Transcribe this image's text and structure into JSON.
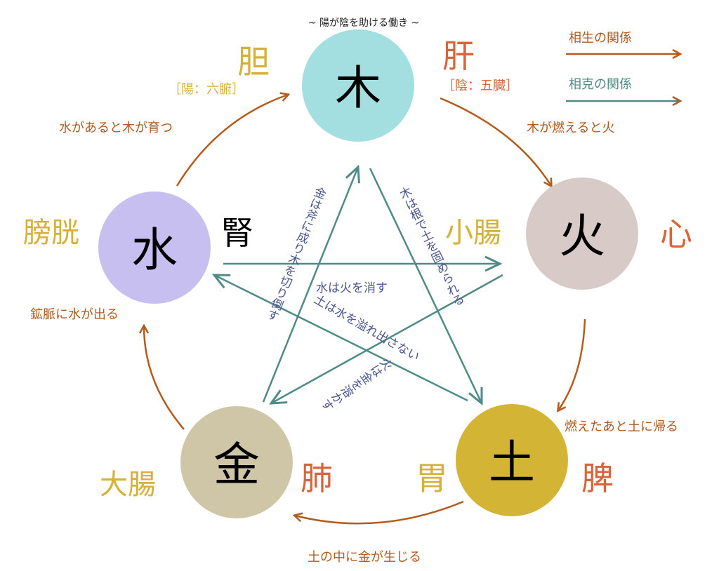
{
  "subtitle": "~ 陽が陰を助ける働き ~",
  "legend": {
    "generating": {
      "label": "相生の関係",
      "color": "#b35a1c"
    },
    "controlling": {
      "label": "相克の関係",
      "color": "#4e8b87"
    }
  },
  "elements": {
    "wood": {
      "label": "木",
      "color": "#a3dfe0"
    },
    "fire": {
      "label": "火",
      "color": "#d8cac7"
    },
    "earth": {
      "label": "土",
      "color": "#d4b435"
    },
    "metal": {
      "label": "金",
      "color": "#cfc6a8"
    },
    "water": {
      "label": "水",
      "color": "#c7bff0"
    }
  },
  "organs": {
    "wood_yang": "胆",
    "wood_yang_note": "［陽：六腑］",
    "wood_yin": "肝",
    "wood_yin_note": "［陰：五臓］",
    "fire_yang": "小腸",
    "fire_yin": "心",
    "earth_yang": "胃",
    "earth_yin": "脾",
    "metal_yang": "大腸",
    "metal_yin": "肺",
    "water_yang": "膀胱",
    "water_yin": "腎"
  },
  "generating": {
    "wood_fire": "木が燃えると火",
    "fire_earth": "燃えたあと土に帰る",
    "earth_metal": "土の中に金が生じる",
    "metal_water": "鉱脈に水が出る",
    "water_wood": "水があると木が育つ"
  },
  "controlling": {
    "metal_wood": "金は斧に成り木を切り倒す",
    "wood_earth": "木は根で土を固められる",
    "water_fire": "水は火を消す",
    "earth_water": "土は水を溢れ出さない",
    "fire_metal": "火は金を溶かす"
  }
}
